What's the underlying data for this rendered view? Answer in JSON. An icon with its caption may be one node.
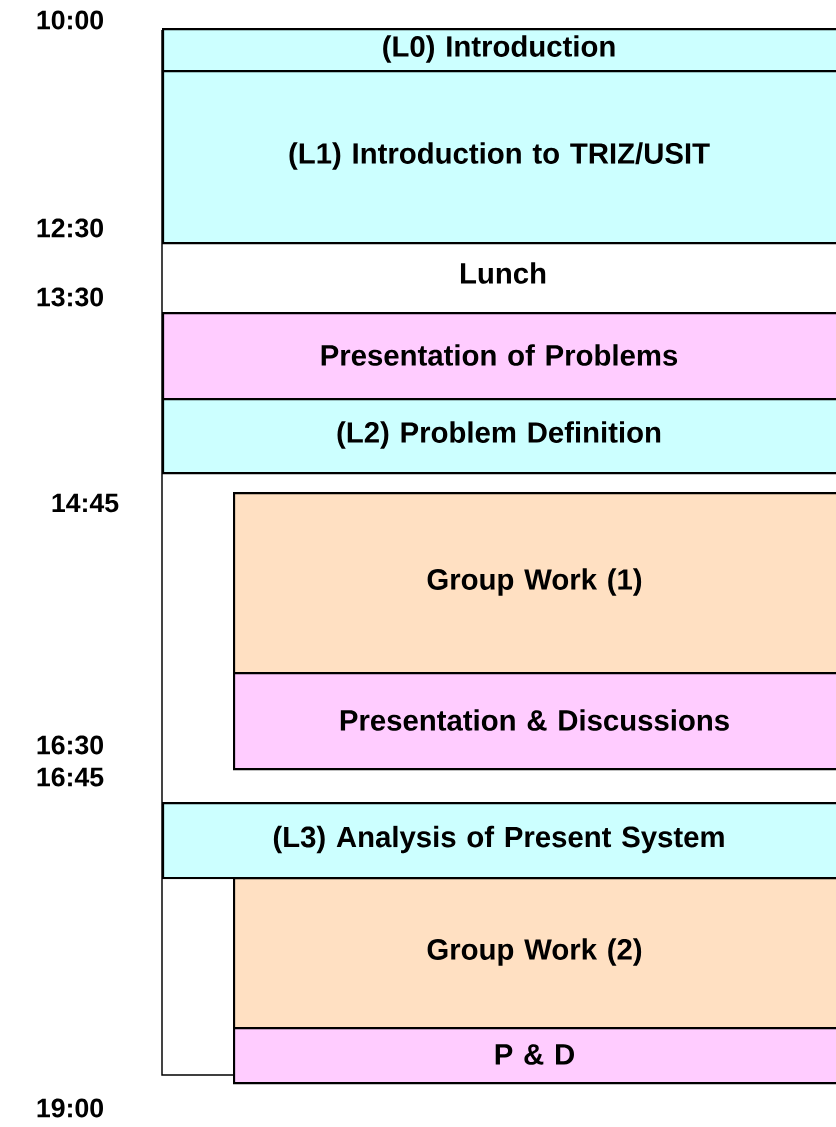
{
  "diagram": {
    "nodes": [
      {
        "text": [
          "(L0)  Introduction"
        ]
      },
      {
        "text": [
          "(L1) Introduction to TRIZ/USIT"
        ]
      },
      {
        "text": [
          "Presentation of Problems"
        ]
      },
      {
        "text": [
          "(L2) Problem Definition"
        ]
      },
      {
        "text": [
          "Group Work (1)"
        ]
      },
      {
        "text": [
          "Presentation & Discussions"
        ]
      },
      {
        "text": [
          "(L3) Analysis of Present System"
        ]
      },
      {
        "text": [
          "Group Work (2)"
        ]
      },
      {
        "text": [
          "P & D"
        ]
      }
    ],
    "labels": [
      "10:00",
      "12:30",
      "Lunch",
      "13:30",
      "14:45",
      "16:30",
      "16:45",
      "19:00"
    ]
  }
}
